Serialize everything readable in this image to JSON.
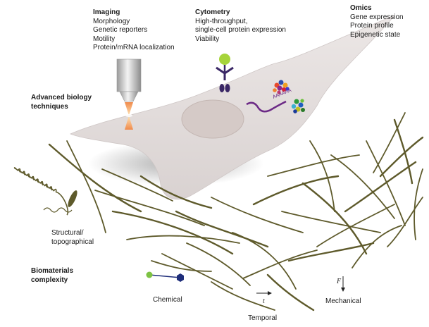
{
  "techniques": {
    "heading_line1": "Advanced biology",
    "heading_line2": "techniques",
    "imaging": {
      "title": "Imaging",
      "items": [
        "Morphology",
        "Genetic reporters",
        "Motility",
        "Protein/mRNA localization"
      ]
    },
    "cytometry": {
      "title": "Cytometry",
      "items": [
        "High-throughput,",
        "single-cell protein expression",
        "Viability"
      ]
    },
    "omics": {
      "title": "Omics",
      "items": [
        "Gene expression",
        "Protein profile",
        "Epigenetic state"
      ]
    },
    "polya_label": "AAAAAA"
  },
  "biomaterials": {
    "heading_line1": "Biomaterials",
    "heading_line2": "complexity",
    "structural_line1": "Structural/",
    "structural_line2": "topographical",
    "chemical": "Chemical",
    "temporal": "Temporal",
    "temporal_symbol": "t",
    "mechanical": "Mechanical",
    "mechanical_symbol": "F"
  },
  "colors": {
    "cell_body": "#e4dede",
    "nucleus": "#d4c9c6",
    "fiber": "#5e5a2b",
    "beam": "#f08a4b",
    "antibody": "#3a2766",
    "bead": "#a6d43a",
    "mrna": "#6c2a86",
    "chem_node": "#7dc243",
    "chem_ring": "#1e2d7a"
  }
}
